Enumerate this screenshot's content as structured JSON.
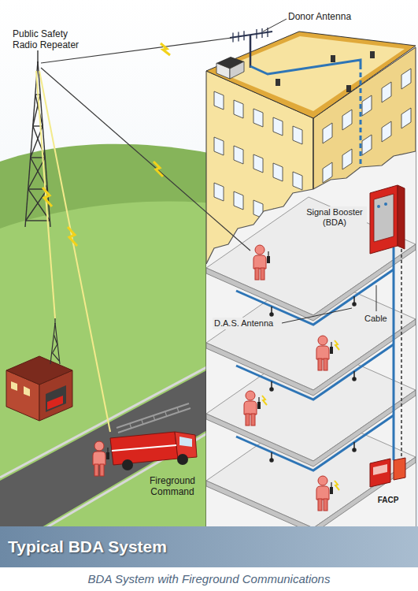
{
  "diagram": {
    "title": "Typical BDA System",
    "caption": "BDA System with Fireground Communications",
    "labels": [
      "Public Safety Radio Repeater",
      "Donor Antenna",
      "Signal Booster (BDA)",
      "D.A.S. Antenna",
      "Cable",
      "FACP",
      "Fireground Command"
    ]
  }
}
